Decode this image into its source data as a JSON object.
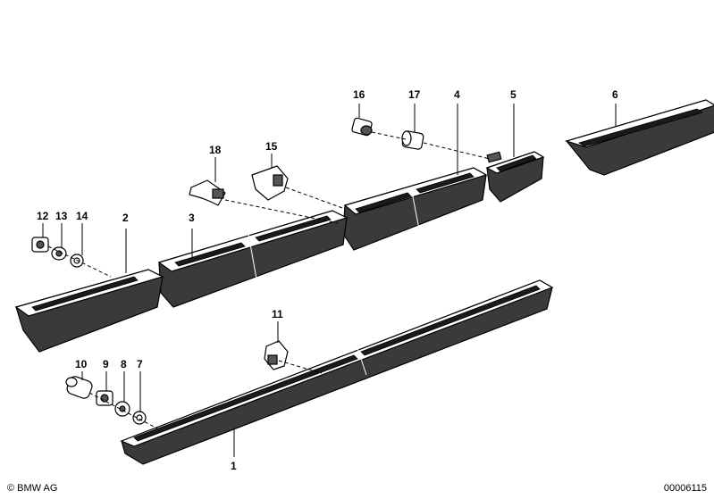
{
  "callouts": {
    "c1": "1",
    "c2": "2",
    "c3": "3",
    "c4": "4",
    "c5": "5",
    "c6": "6",
    "c7": "7",
    "c8": "8",
    "c9": "9",
    "c10": "10",
    "c11": "11",
    "c12": "12",
    "c13": "13",
    "c14": "14",
    "c15": "15",
    "c16": "16",
    "c17": "17",
    "c18": "18"
  },
  "footer": {
    "copyright": "© BMW AG",
    "doc_number": "00006115"
  }
}
